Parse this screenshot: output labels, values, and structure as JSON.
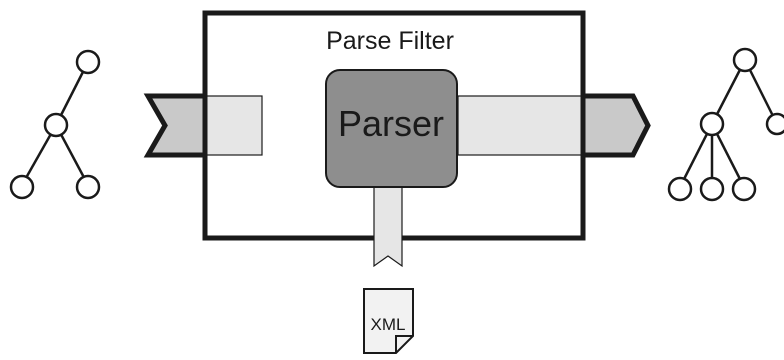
{
  "filter": {
    "title": "Parse Filter",
    "parser_label": "Parser"
  },
  "document": {
    "label": "XML"
  },
  "colors": {
    "stroke": "#1a1a1a",
    "parser_fill": "#8e8e8e",
    "pipe_fill": "#e6e6e6",
    "arrow_fill": "#c9c9c9",
    "doc_fill": "#f2f2f2",
    "background": "#ffffff"
  },
  "trees": {
    "input_tree": "input-parse-tree",
    "output_tree": "output-parse-tree"
  }
}
